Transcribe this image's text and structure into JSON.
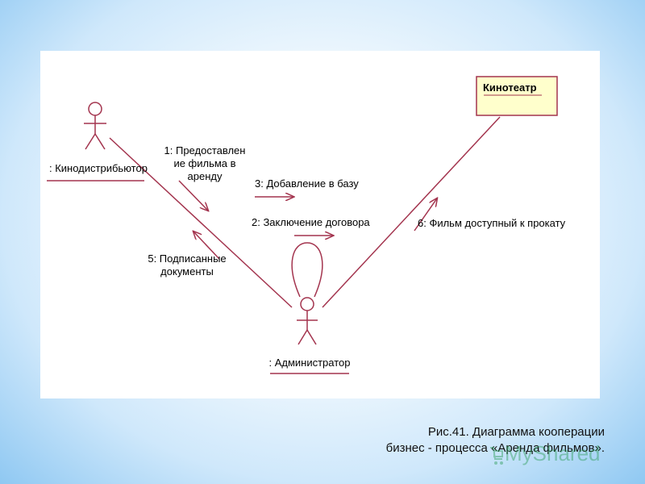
{
  "diagram": {
    "actors": {
      "distributor": ": Кинодистрибьютор",
      "administrator": ": Администратор"
    },
    "object": {
      "cinema": "Кинотеатр"
    },
    "messages": {
      "m1": [
        "1: Предоставлен",
        "ие фильма в",
        "аренду"
      ],
      "m2": "2: Заключение договора",
      "m3": "3: Добавление в базу",
      "m5": [
        "5: Подписанные",
        "документы"
      ],
      "m6": "6: Фильм доступный к прокату"
    },
    "colors": {
      "line": "#a3344e",
      "object_fill": "#ffffcc",
      "label": "#000000"
    }
  },
  "caption": {
    "line1": "Рис.41. Диаграмма кооперации",
    "line2": "бизнес - процесса «Аренда фильмов»."
  },
  "watermark": {
    "text": "MyShared",
    "icon": "cart-icon"
  }
}
